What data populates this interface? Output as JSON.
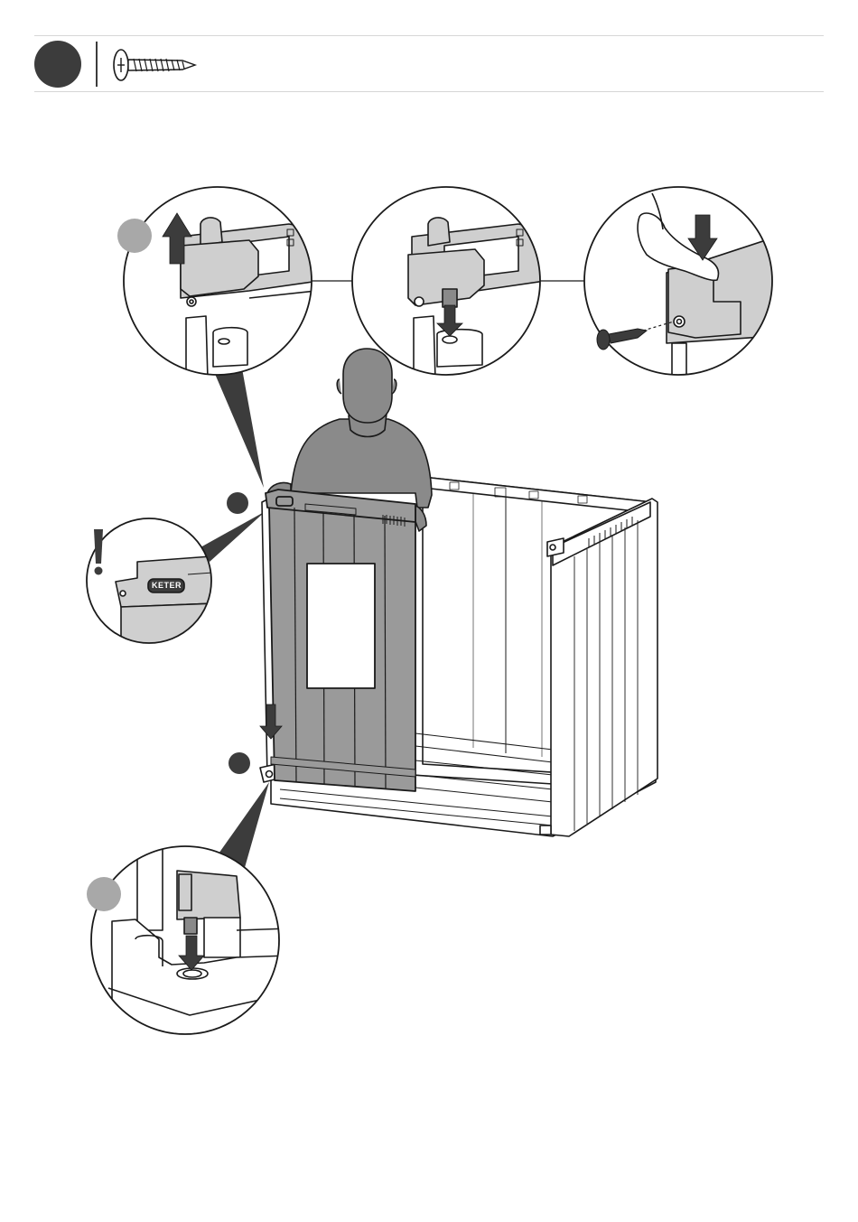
{
  "header": {
    "step_badge_icon": "step-number-circle",
    "part_icon": "screw-icon"
  },
  "panel_logo": {
    "text": "KETER"
  },
  "callout_markers": [
    {
      "name": "marker-top-left"
    },
    {
      "name": "marker-middle"
    },
    {
      "name": "marker-bottom"
    },
    {
      "name": "marker-bottom-detail"
    }
  ],
  "warning_icon": "exclamation-icon",
  "colors": {
    "dark_fill": "#3c3c3c",
    "panel_fill": "#9a9a9a",
    "light_fill": "#cfcfcf",
    "marker_gray": "#a8a8a8",
    "line": "#1a1a1a"
  }
}
